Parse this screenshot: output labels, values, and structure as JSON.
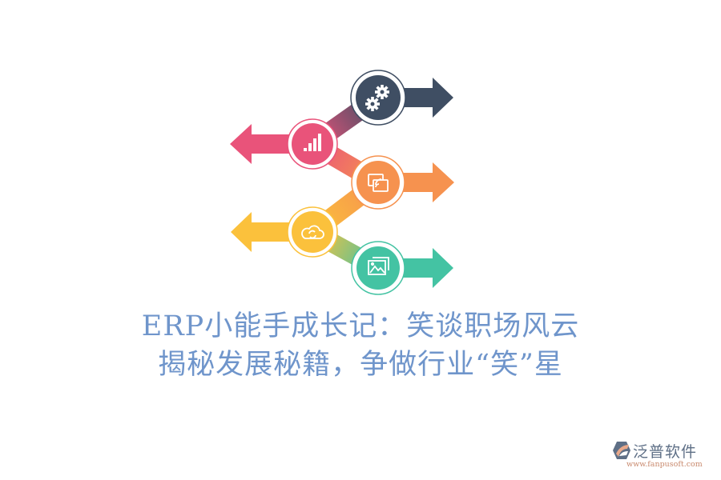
{
  "infographic": {
    "steps": [
      {
        "id": 1,
        "icon": "gears-icon",
        "color": "#3f4e63",
        "direction": "right"
      },
      {
        "id": 2,
        "icon": "bar-chart-icon",
        "color": "#e9537a",
        "direction": "left"
      },
      {
        "id": 3,
        "icon": "screen-cast-icon",
        "color": "#f6924f",
        "direction": "right"
      },
      {
        "id": 4,
        "icon": "cloud-sync-icon",
        "color": "#fbc13c",
        "direction": "left"
      },
      {
        "id": 5,
        "icon": "image-gallery-icon",
        "color": "#44c3a3",
        "direction": "right"
      }
    ]
  },
  "title": {
    "line1": "ERP小能手成长记：笑谈职场风云",
    "line2": "揭秘发展秘籍，争做行业“笑”星",
    "color": "#6f95cb"
  },
  "logo": {
    "name": "泛普软件",
    "url": "www.fanpusoft.com"
  }
}
